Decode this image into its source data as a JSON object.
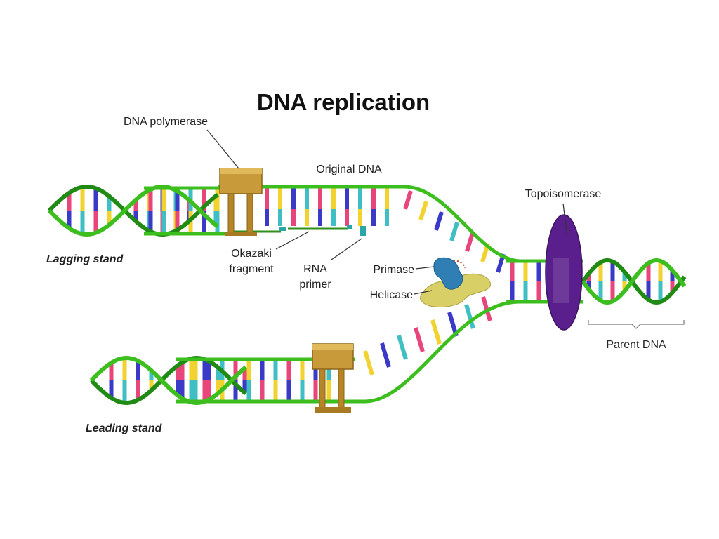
{
  "title": "DNA replication",
  "labels": {
    "dna_polymerase": "DNA polymerase",
    "original_dna": "Original DNA",
    "topoisomerase": "Topoisomerase",
    "lagging_strand": "Lagging stand",
    "okazaki_line1": "Okazaki",
    "okazaki_line2": "fragment",
    "rna_line1": "RNA",
    "rna_line2": "primer",
    "primase": "Primase",
    "helicase": "Helicase",
    "parent_dna": "Parent DNA",
    "leading_strand": "Leading stand"
  },
  "colors": {
    "backbone": "#3cbf1e",
    "backbone_dark": "#1f8a14",
    "base_pink": "#e8457a",
    "base_yellow": "#f2d22e",
    "base_blue": "#3a39c8",
    "base_cyan": "#3fbfc4",
    "polymerase": "#c99a3a",
    "polymerase_dark": "#8a6418",
    "topoisomerase": "#5a1f8c",
    "primase": "#2f7fb4",
    "helicase": "#d8d066",
    "primer": "#2ba5a8",
    "okazaki": "#2f8f1a"
  }
}
